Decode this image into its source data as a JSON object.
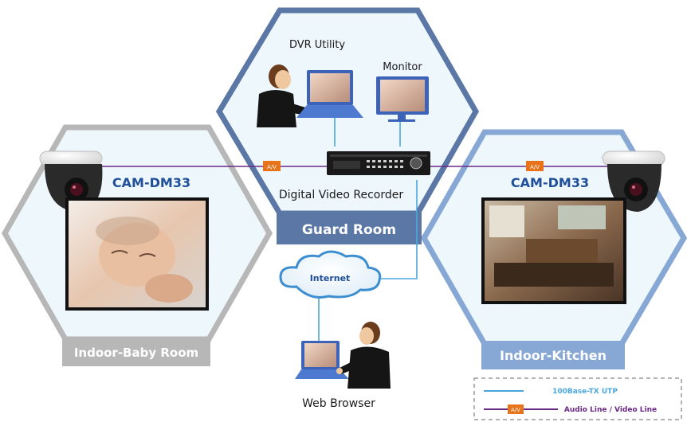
{
  "zones": {
    "guard": {
      "label": "Guard Room",
      "color": "#5a77a6"
    },
    "baby": {
      "label": "Indoor-Baby Room",
      "color": "#b7b7b7"
    },
    "kitchen": {
      "label": "Indoor-Kitchen",
      "color": "#87a7d4"
    }
  },
  "guard_room": {
    "dvr_utility": "DVR Utility",
    "monitor": "Monitor",
    "recorder": "Digital Video Recorder"
  },
  "cameras": {
    "left": "CAM-DM33",
    "right": "CAM-DM33"
  },
  "av_tag": "A/V",
  "internet": "Internet",
  "web_browser": "Web Browser",
  "legend": {
    "utp": "100Base-TX UTP",
    "av_tag": "A/V",
    "audio_video": "Audio Line / Video Line"
  },
  "colors": {
    "utp_line": "#4aa7de",
    "av_line": "#6b2a86",
    "av_tag": "#e8731a",
    "camera_label": "#1f4e9a",
    "legend_text": "#4aa7de",
    "legend_av_text": "#6b2a86"
  }
}
